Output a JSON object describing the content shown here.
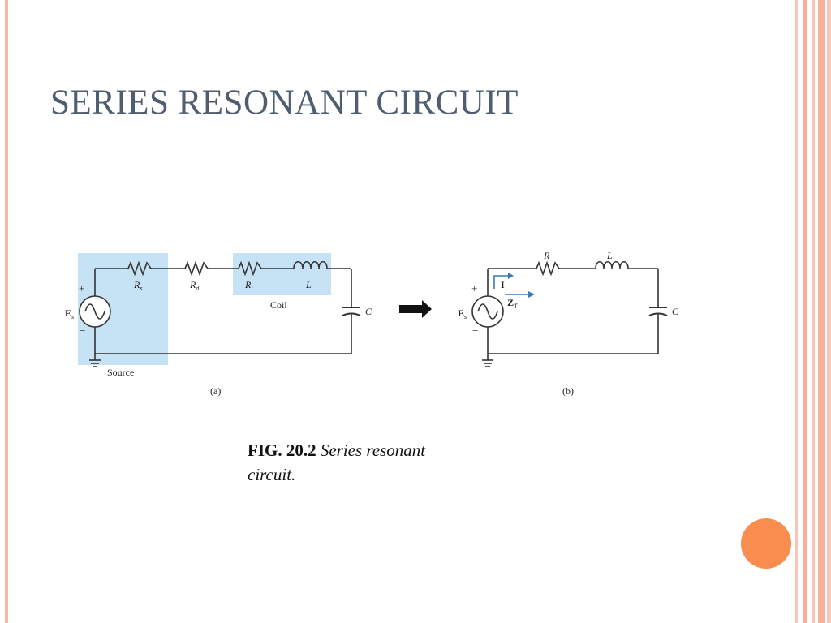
{
  "slide": {
    "title": "SERIES RESONANT CIRCUIT",
    "accent_color": "#f98d4f",
    "border_color": "#f7b9a3",
    "title_color": "#4e5d6f"
  },
  "figure_a": {
    "source_voltage": "E",
    "source_voltage_sub": "s",
    "plus": "+",
    "minus": "−",
    "resistor_rs": "R",
    "resistor_rs_sub": "s",
    "resistor_rd": "R",
    "resistor_rd_sub": "d",
    "resistor_rl": "R",
    "resistor_rl_sub": "l",
    "inductor": "L",
    "capacitor": "C",
    "coil_label": "Coil",
    "source_label": "Source",
    "panel_label": "(a)",
    "highlight_color": "#c6e3f5"
  },
  "figure_b": {
    "source_voltage": "E",
    "source_voltage_sub": "s",
    "plus": "+",
    "minus": "−",
    "resistor": "R",
    "inductor": "L",
    "capacitor": "C",
    "current": "I",
    "impedance": "Z",
    "impedance_sub": "T",
    "panel_label": "(b)",
    "arrow_color": "#3a7ab5"
  },
  "caption": {
    "label": "FIG. 20.2",
    "text": "Series resonant circuit."
  }
}
